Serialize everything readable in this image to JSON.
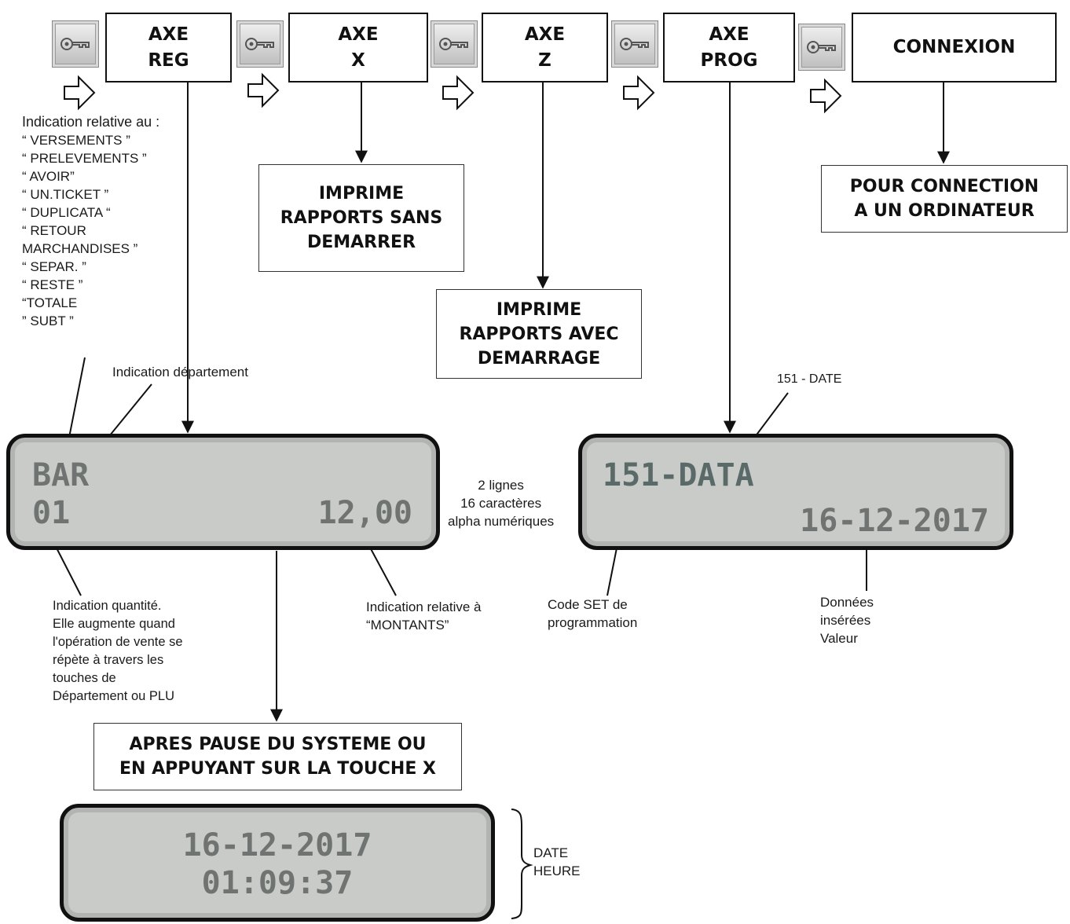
{
  "modes": [
    {
      "line1": "AXE",
      "line2": "REG"
    },
    {
      "line1": "AXE",
      "line2": "X"
    },
    {
      "line1": "AXE",
      "line2": "Z"
    },
    {
      "line1": "AXE",
      "line2": "PROG"
    },
    {
      "line1": "CONNEXION"
    }
  ],
  "outputs": {
    "x": [
      "IMPRIME",
      "RAPPORTS SANS",
      "DEMARRER"
    ],
    "z": [
      "IMPRIME",
      "RAPPORTS AVEC",
      "DEMARRAGE"
    ],
    "connexion": [
      "POUR CONNECTION",
      "A UN ORDINATEUR"
    ],
    "pause": [
      "APRES PAUSE DU SYSTEME OU",
      "EN APPUYANT SUR LA TOUCHE X"
    ]
  },
  "left_indications": [
    "Indication relative au :",
    "“ VERSEMENTS ”",
    "“ PRELEVEMENTS ”",
    "“ AVOIR”",
    " “ UN.TICKET ”",
    " “ DUPLICATA “",
    "“ RETOUR",
    "MARCHANDISES ”",
    " “ SEPAR. ”",
    "“ RESTE ”",
    "“TOTALE",
    "” SUBT ”"
  ],
  "labels": {
    "department": "Indication département",
    "quantity": [
      "Indication quantité.",
      "Elle augmente quand",
      "l'opération de vente se",
      "répète à travers les",
      "touches de",
      "Département ou PLU"
    ],
    "montants": [
      "Indication relative à",
      "“MONTANTS”"
    ],
    "lines_info": [
      "2 lignes",
      "16 caractères",
      "alpha numériques"
    ],
    "date_code": "151 - DATE",
    "set_code": [
      "Code SET de",
      "programmation"
    ],
    "data_value": [
      "Données",
      "insérées",
      "Valeur"
    ],
    "date_time": [
      "DATE",
      "HEURE"
    ]
  },
  "displays": {
    "reg": {
      "line1": "BAR",
      "qty": "01",
      "amount": "12,00"
    },
    "prog": {
      "code": "151-DATA",
      "value": "16-12-2017"
    },
    "clock": {
      "date": "16-12-2017",
      "time": "01:09:37"
    }
  },
  "icons": {
    "key": "key-icon",
    "arrow": "right-arrow-icon"
  },
  "colors": {
    "lcd_background": "#c9cbc8",
    "lcd_text": "#6f7473",
    "line": "#111111"
  }
}
